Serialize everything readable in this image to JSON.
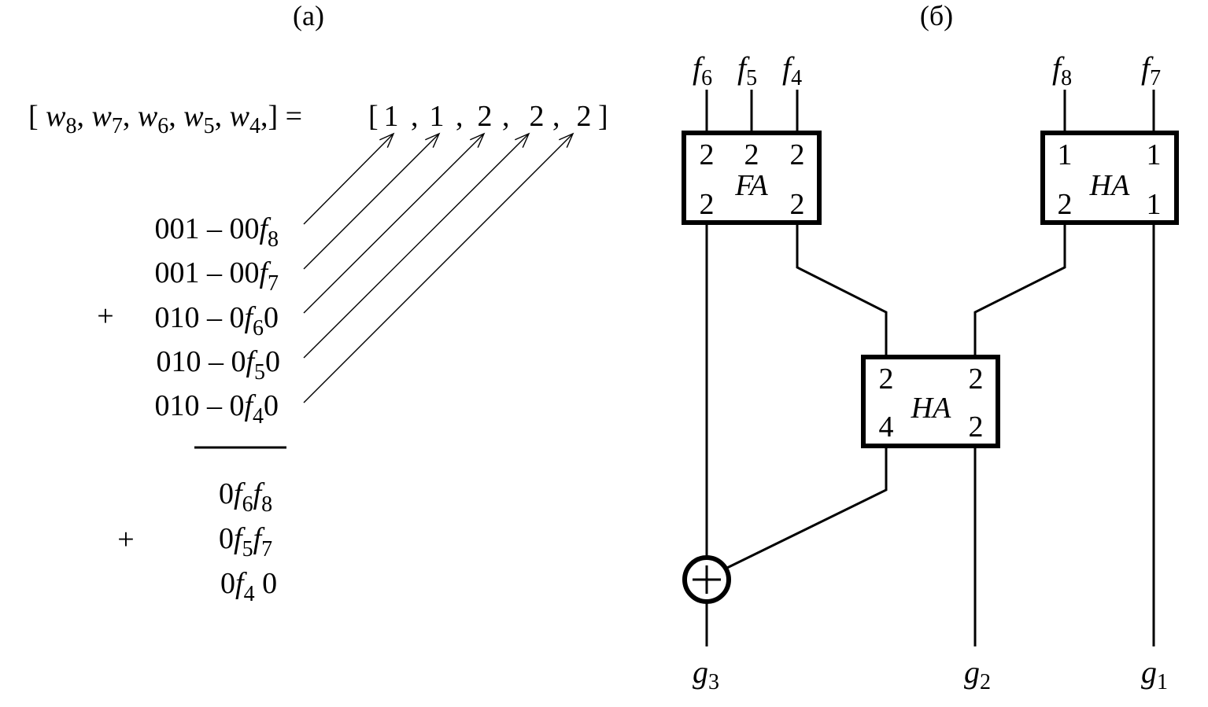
{
  "panel_a": {
    "label": "(a)",
    "equation": {
      "lhs_open": "[",
      "lhs_terms": [
        {
          "var": "w",
          "sub": "8"
        },
        {
          "var": "w",
          "sub": "7"
        },
        {
          "var": "w",
          "sub": "6"
        },
        {
          "var": "w",
          "sub": "5"
        },
        {
          "var": "w",
          "sub": "4"
        }
      ],
      "lhs_close": ",] =",
      "rhs_open": "[",
      "rhs_values": [
        "1",
        "1",
        "2",
        "2",
        "2"
      ],
      "rhs_close": "]",
      "separator": ","
    },
    "operator_plus": "+",
    "rows": [
      {
        "prefix": "001 – 00",
        "var": "f",
        "sub": "8",
        "suffix": ""
      },
      {
        "prefix": "001 – 00",
        "var": "f",
        "sub": "7",
        "suffix": ""
      },
      {
        "prefix": "010 – 0",
        "var": "f",
        "sub": "6",
        "suffix": "0"
      },
      {
        "prefix": "010 – 0",
        "var": "f",
        "sub": "5",
        "suffix": "0"
      },
      {
        "prefix": "010 – 0",
        "var": "f",
        "sub": "4",
        "suffix": "0"
      }
    ],
    "result_plus": "+",
    "result_rows": [
      {
        "lead": "0",
        "v1": "f",
        "s1": "6",
        "v2": "f",
        "s2": "8",
        "tail": ""
      },
      {
        "lead": "0",
        "v1": "f",
        "s1": "5",
        "v2": "f",
        "s2": "7",
        "tail": ""
      },
      {
        "lead": "0",
        "v1": "f",
        "s1": "4",
        "v2": "",
        "s2": "",
        "tail": " 0"
      }
    ]
  },
  "panel_b": {
    "label": "(б)",
    "inputs": [
      {
        "var": "f",
        "sub": "6"
      },
      {
        "var": "f",
        "sub": "5"
      },
      {
        "var": "f",
        "sub": "4"
      },
      {
        "var": "f",
        "sub": "8"
      },
      {
        "var": "f",
        "sub": "7"
      }
    ],
    "blocks": {
      "fa": {
        "name": "FA",
        "top": [
          "2",
          "2",
          "2"
        ],
        "bottom_left": "2",
        "bottom_right": "2"
      },
      "ha_right": {
        "name": "HA",
        "top_left": "1",
        "top_right": "1",
        "bottom_left": "2",
        "bottom_right": "1"
      },
      "ha_middle": {
        "name": "HA",
        "top_left": "2",
        "top_right": "2",
        "bottom_left": "4",
        "bottom_right": "2"
      }
    },
    "xor_symbol": "xor",
    "outputs": [
      {
        "var": "g",
        "sub": "3"
      },
      {
        "var": "g",
        "sub": "2"
      },
      {
        "var": "g",
        "sub": "1"
      }
    ]
  }
}
